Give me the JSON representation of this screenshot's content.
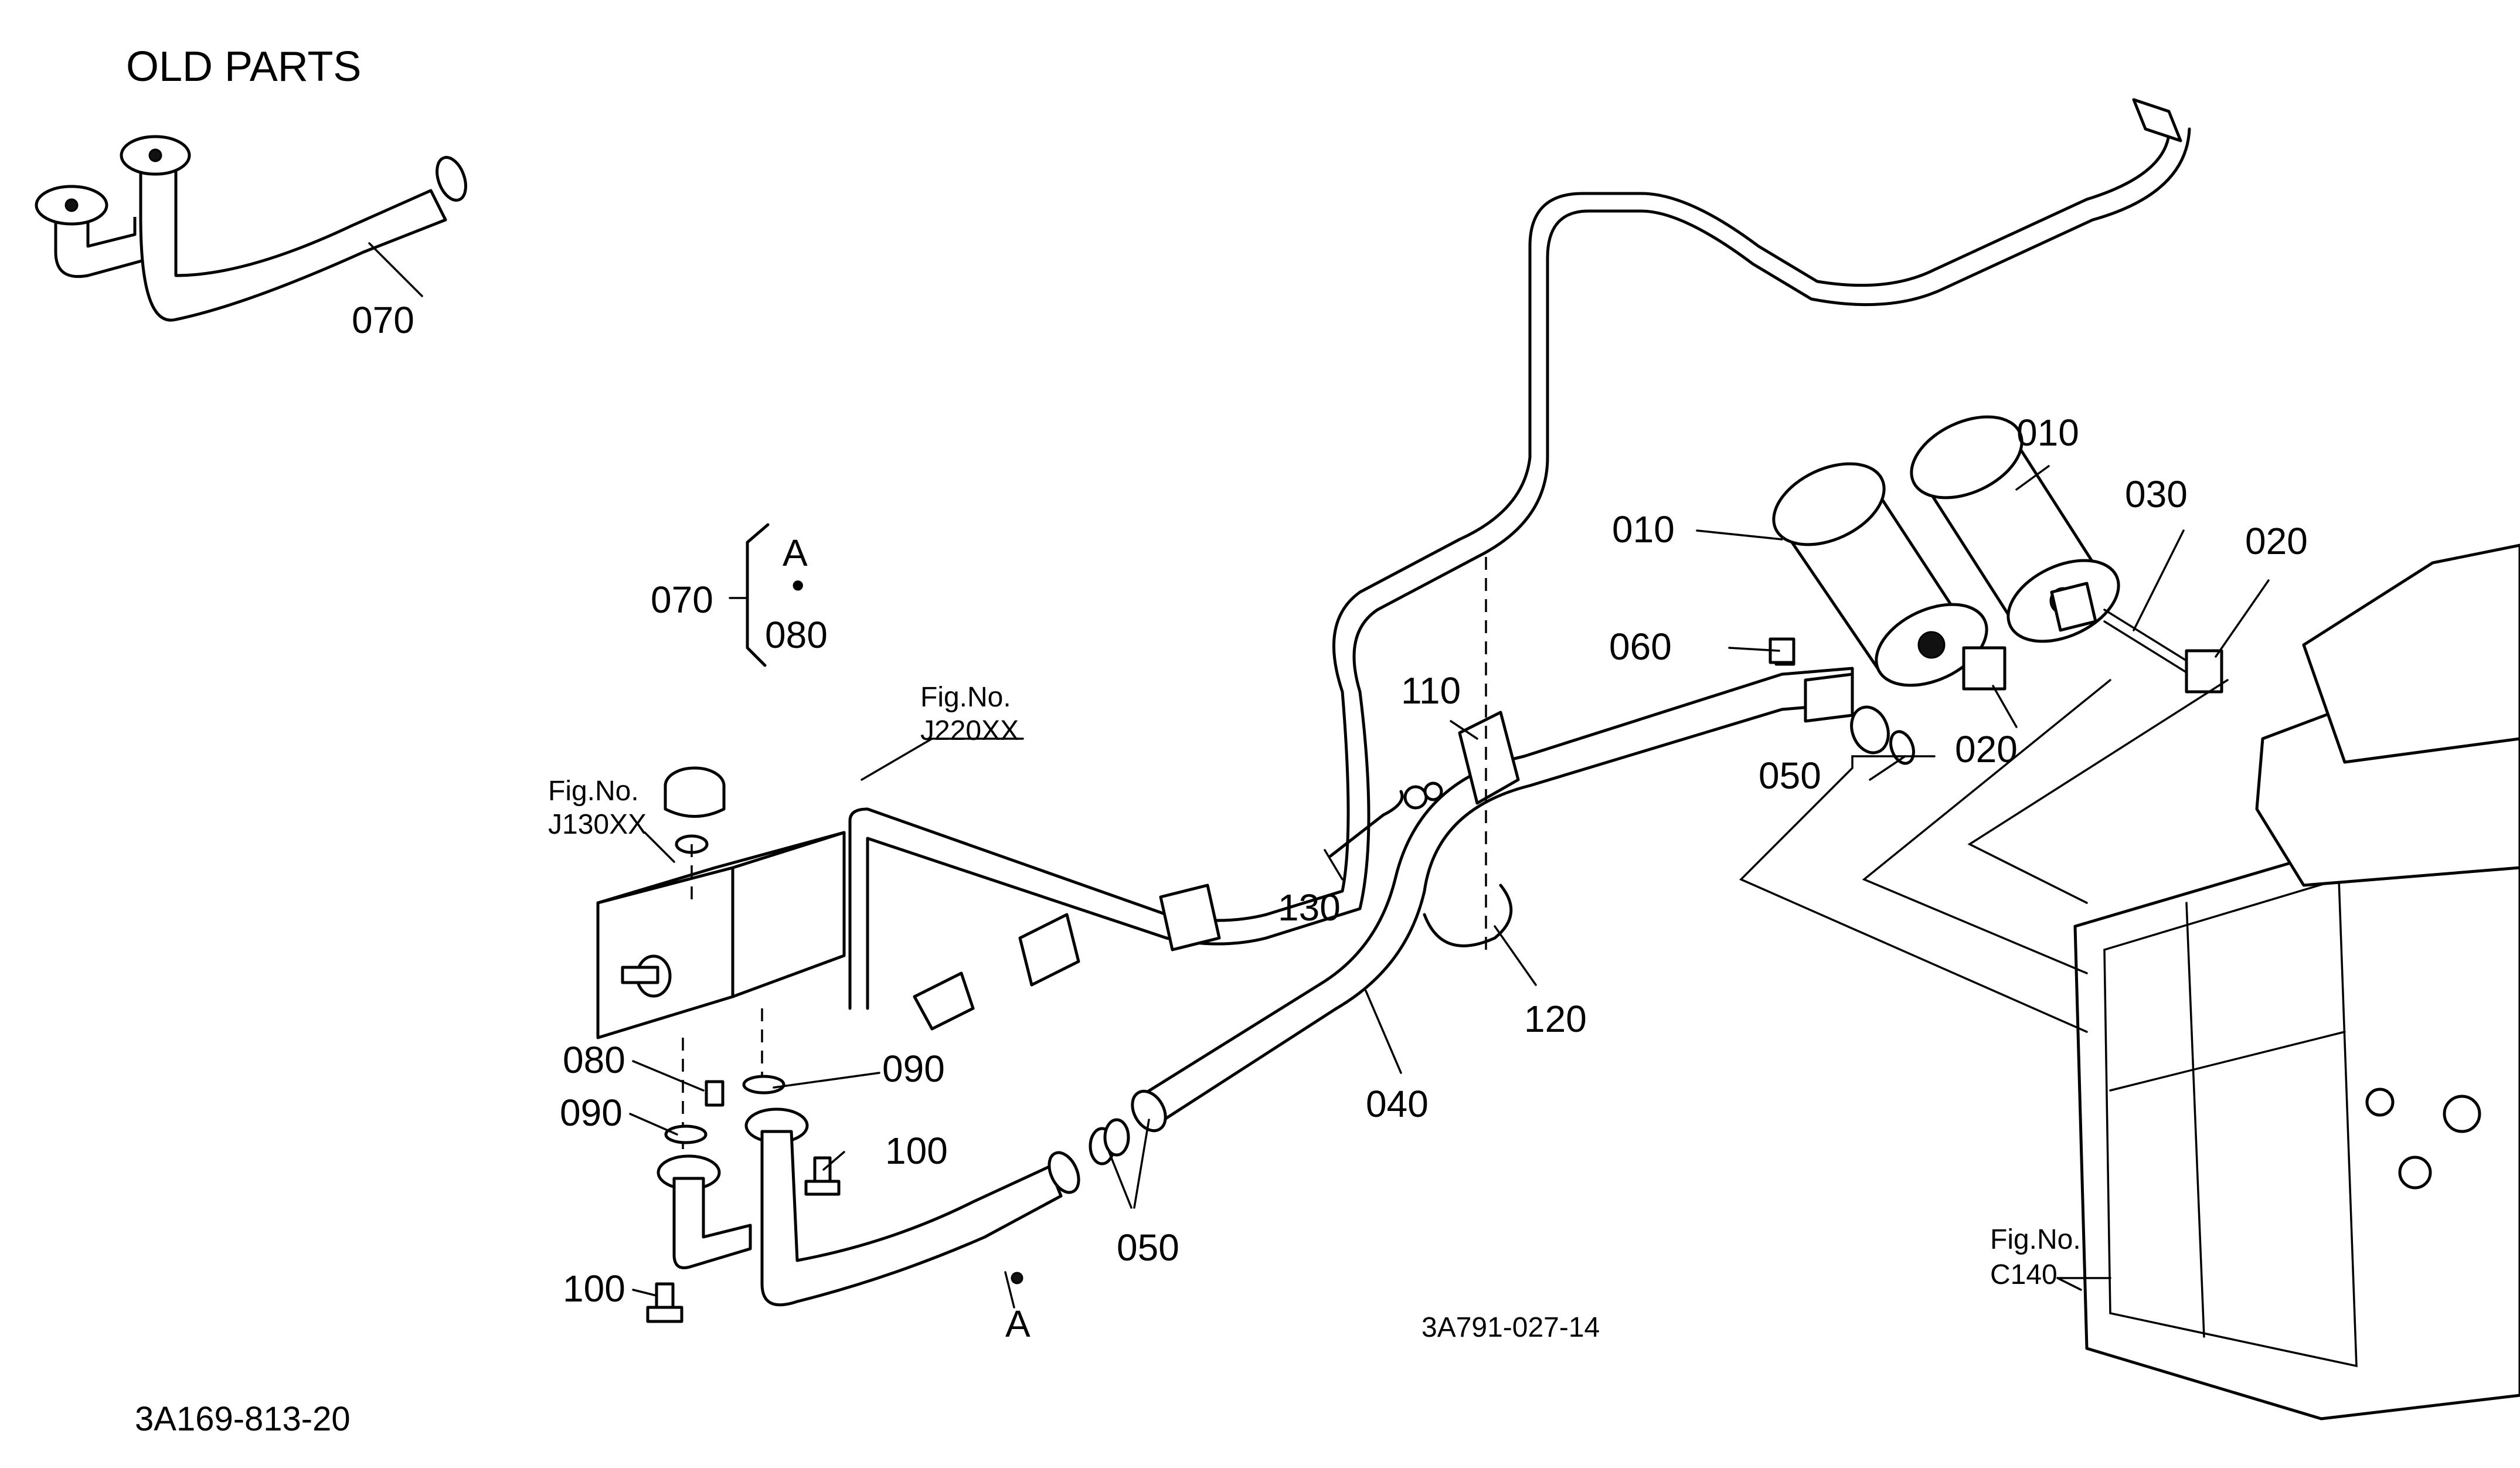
{
  "title": "OLD PARTS",
  "drawing_codes": {
    "sheet": "3A169-813-20",
    "illustration": "3A791-027-14"
  },
  "callouts": {
    "old_070": "070",
    "c010_left": "010",
    "c010_right": "010",
    "c030": "030",
    "c020_right": "020",
    "c020_mid": "020",
    "c060": "060",
    "c050_upper": "050",
    "c110": "110",
    "c130": "130",
    "c120": "120",
    "c040": "040",
    "c050_lower": "050",
    "c080": "080",
    "c090_left": "090",
    "c090_right": "090",
    "c100_right": "100",
    "c100_left": "100",
    "brace_070": "070",
    "brace_080": "080",
    "brace_A": "A",
    "brace_dot": "•",
    "point_A": "A"
  },
  "figure_refs": {
    "j220": {
      "label": "Fig.No.",
      "code": "J220XX"
    },
    "j130": {
      "label": "Fig.No.",
      "code": "J130XX"
    },
    "c140": {
      "label": "Fig.No.",
      "code": "C140"
    }
  }
}
